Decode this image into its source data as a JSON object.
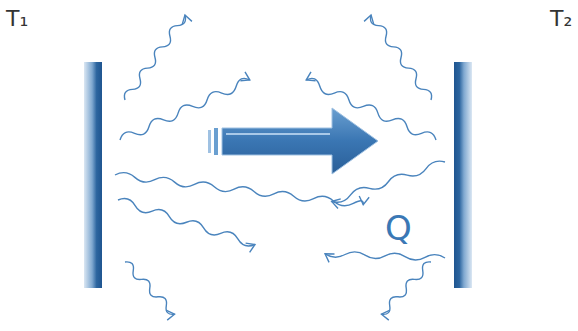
{
  "diagram": {
    "labels": [
      "T₁",
      "T₂",
      "Q"
    ]
  }
}
